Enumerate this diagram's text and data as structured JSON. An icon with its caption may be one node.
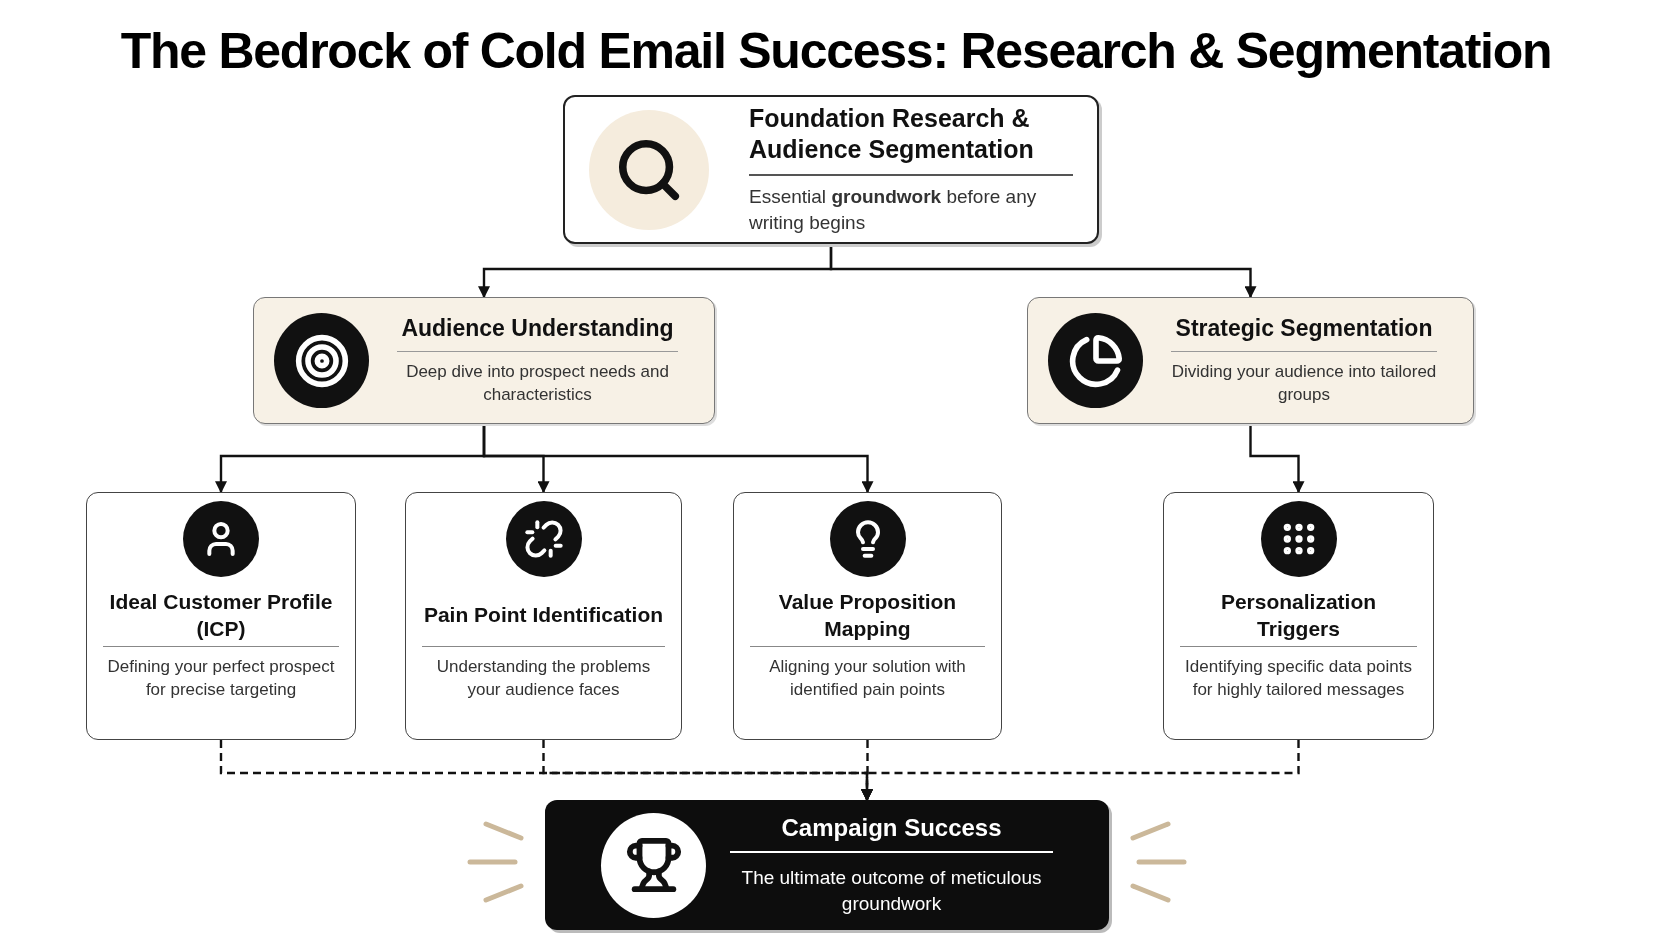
{
  "diagram": {
    "title": "The Bedrock of Cold Email Success: Research & Segmentation",
    "nodes": [
      {
        "text": [
          "Foundation Research & Audience Segmentation",
          "Essential **groundwork** before any writing begins"
        ]
      },
      {
        "text": [
          "Audience Understanding",
          "Deep dive into prospect needs and characteristics"
        ]
      },
      {
        "text": [
          "Strategic Segmentation",
          "Dividing your audience into tailored groups"
        ]
      },
      {
        "text": [
          "Ideal Customer Profile (ICP)",
          "Defining your perfect prospect for precise targeting"
        ]
      },
      {
        "text": [
          "Pain Point Identification",
          "Understanding the problems your audience faces"
        ]
      },
      {
        "text": [
          "Value Proposition Mapping",
          "Aligning your solution with identified pain points"
        ]
      },
      {
        "text": [
          "Personalization Triggers",
          "Identifying specific data points for highly tailored messages"
        ]
      },
      {
        "text": [
          "Campaign Success",
          "The ultimate outcome of meticulous groundwork"
        ]
      }
    ],
    "edges": [
      {
        "from": 0,
        "to": 1,
        "arrow": "to"
      },
      {
        "from": 0,
        "to": 2,
        "arrow": "to"
      },
      {
        "from": 1,
        "to": 3,
        "arrow": "to"
      },
      {
        "from": 1,
        "to": 4,
        "arrow": "to"
      },
      {
        "from": 1,
        "to": 5,
        "arrow": "to"
      },
      {
        "from": 2,
        "to": 6,
        "arrow": "to"
      },
      {
        "from": 3,
        "to": 7,
        "arrow": "to",
        "style": "dashed"
      },
      {
        "from": 4,
        "to": 7,
        "arrow": "to",
        "style": "dashed"
      },
      {
        "from": 5,
        "to": 7,
        "arrow": "to",
        "style": "dashed"
      },
      {
        "from": 6,
        "to": 7,
        "arrow": "to",
        "style": "dashed"
      }
    ]
  }
}
